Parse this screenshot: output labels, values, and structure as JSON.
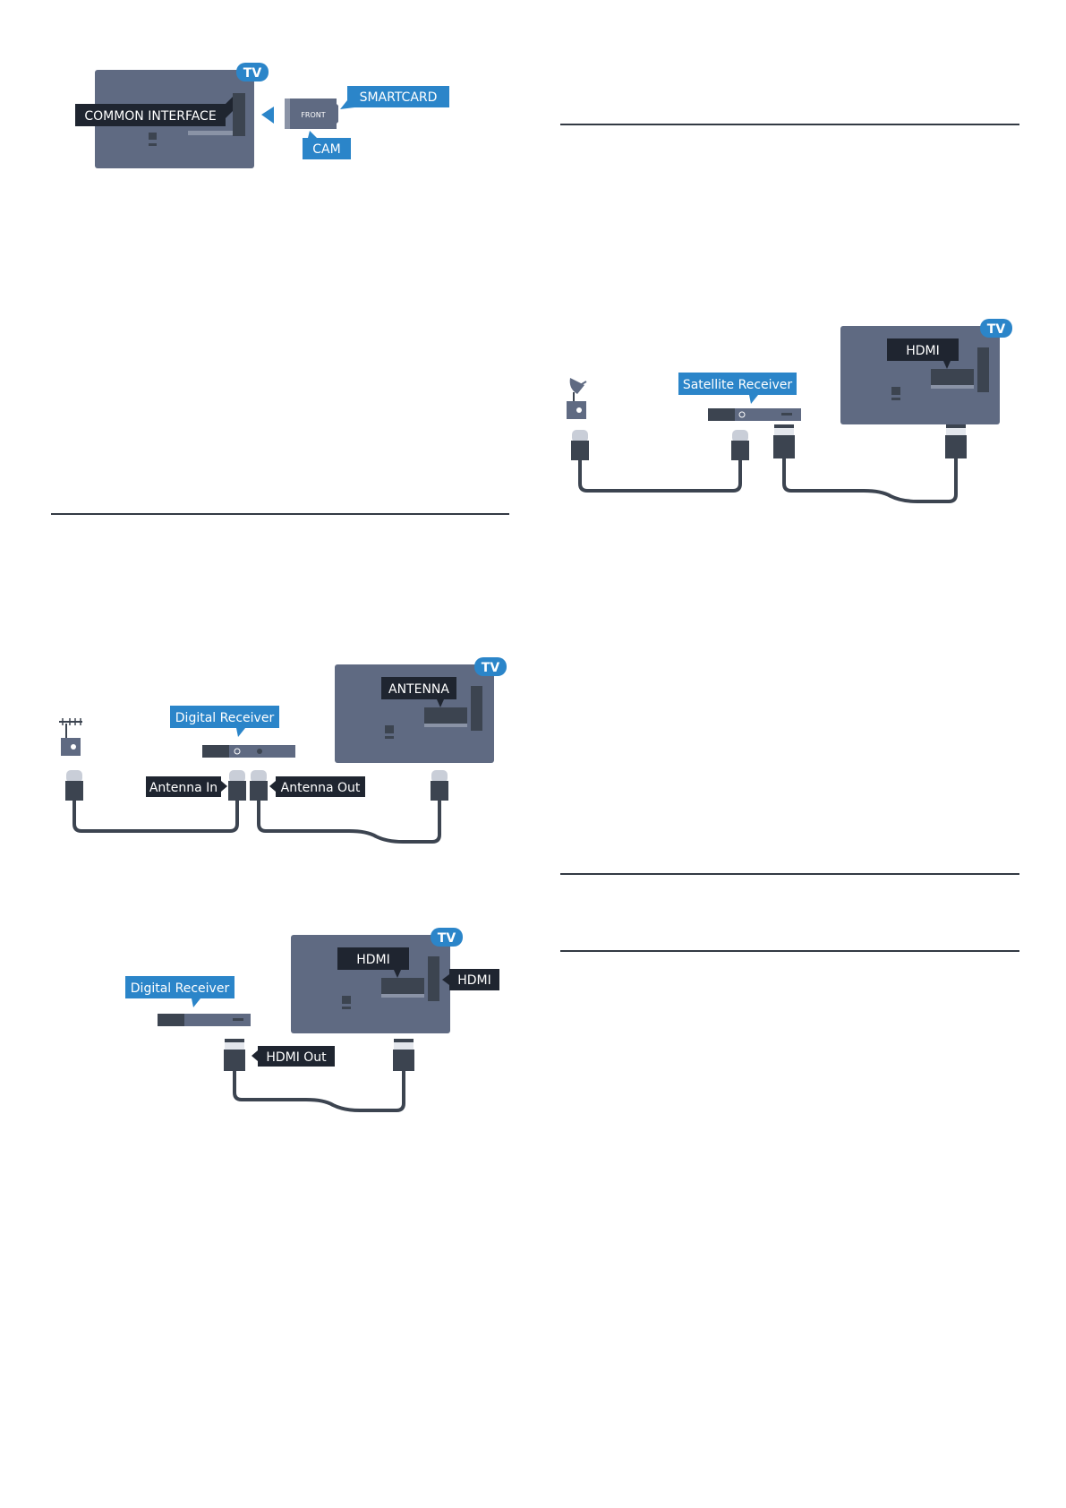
{
  "colors": {
    "tv_body": "#5f6a82",
    "device": "#3c4450",
    "blue_label": "#2b85c9",
    "dark_label": "#1f2530",
    "cable": "#3c4450",
    "rule": "#333a44"
  },
  "fig_cam": {
    "tv_badge": "TV",
    "slot_label": "COMMON INTERFACE",
    "cam_front": "FRONT",
    "smartcard_label": "SMARTCARD",
    "cam_label": "CAM"
  },
  "fig_antenna": {
    "tv_badge": "TV",
    "antenna_label": "ANTENNA",
    "receiver_label": "Digital Receiver",
    "antenna_in_label": "Antenna In",
    "antenna_out_label": "Antenna Out"
  },
  "fig_hdmi": {
    "tv_badge": "TV",
    "tv_port_label": "HDMI",
    "hdmi_side_label": "HDMI",
    "receiver_label": "Digital Receiver",
    "hdmi_out_label": "HDMI Out"
  },
  "fig_satellite": {
    "tv_badge": "TV",
    "tv_port_label": "HDMI",
    "receiver_label": "Satellite Receiver"
  }
}
